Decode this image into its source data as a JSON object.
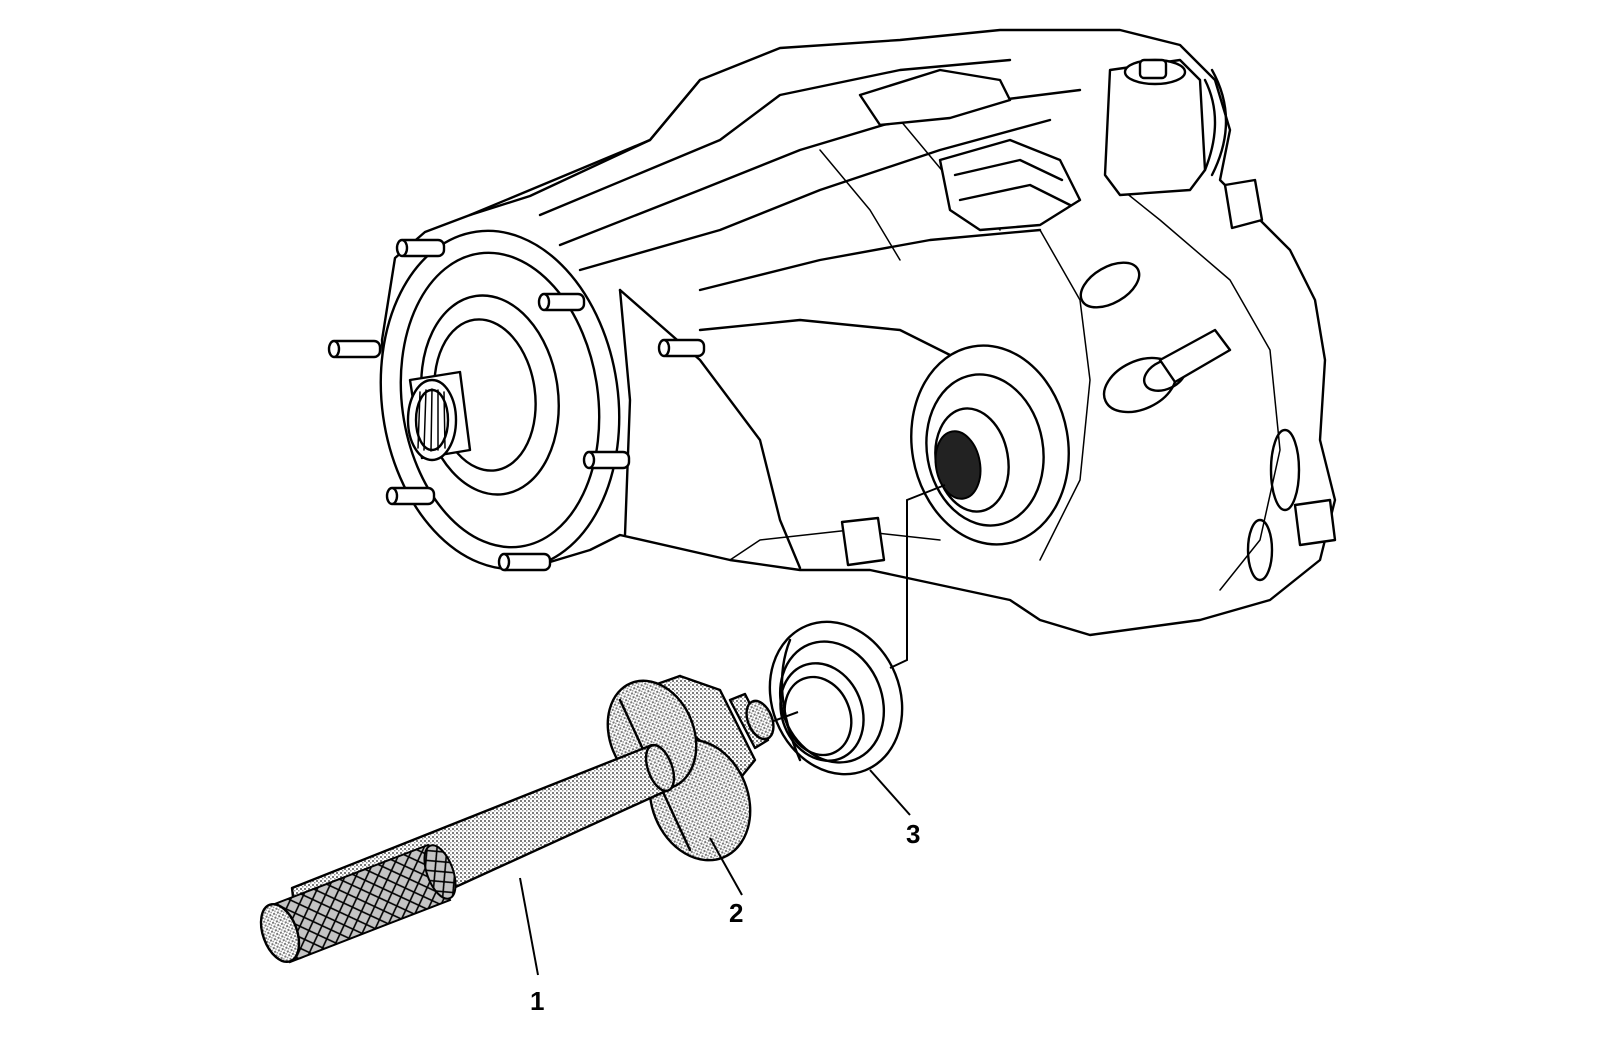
{
  "callouts": [
    {
      "id": "1",
      "text": "1"
    },
    {
      "id": "2",
      "text": "2"
    },
    {
      "id": "3",
      "text": "3"
    }
  ],
  "colors": {
    "line": "#000000",
    "background": "#ffffff",
    "tool_fill": "#b8b8b8"
  }
}
